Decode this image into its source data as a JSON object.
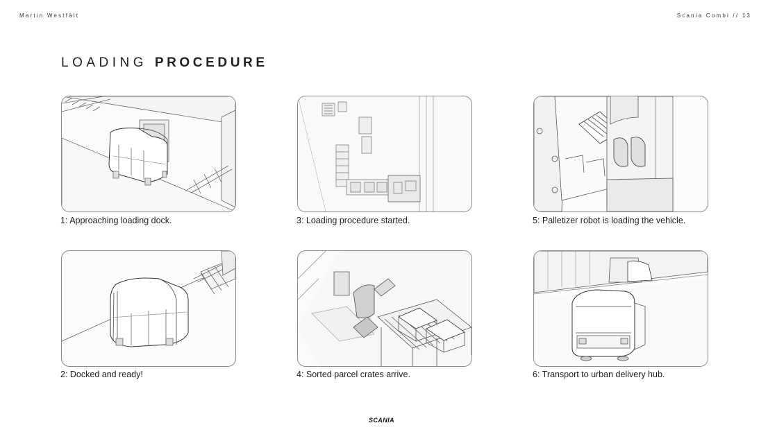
{
  "header": {
    "author": "Martin Westfält",
    "project_page": "Scania Combi // 13"
  },
  "title": {
    "light": "LOADING",
    "bold": "PROCEDURE"
  },
  "panels": [
    {
      "caption": "1: Approaching loading dock."
    },
    {
      "caption": "2: Docked and ready!"
    },
    {
      "caption": "3: Loading procedure started."
    },
    {
      "caption": "4: Sorted parcel crates arrive."
    },
    {
      "caption": "5: Palletizer robot is loading the vehicle."
    },
    {
      "caption": "6: Transport to urban delivery hub."
    }
  ],
  "footer": {
    "logo": "SCANIA"
  }
}
